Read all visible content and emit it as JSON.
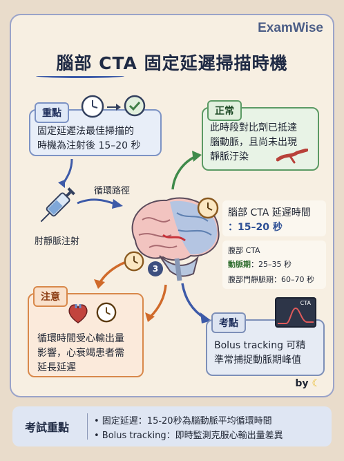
{
  "header": {
    "brand": "ExamWise",
    "title": "腦部 CTA 固定延遲掃描時機"
  },
  "key_point_card": {
    "tag": "重點",
    "line1": "固定延遲法最佳掃描的",
    "line2": "時機為注射後 15–20 秒"
  },
  "normal_card": {
    "tag": "正常",
    "line1": "此時段對比劑已抵達",
    "line2": "腦動脈，且尚未出現",
    "line3": "靜脈汙染"
  },
  "labels": {
    "circulation_path": "循環路徑",
    "antecubital_injection": "肘靜脈注射",
    "step_number": "3"
  },
  "delay_info": {
    "title": "腦部 CTA 延遲時間",
    "value": "：15–20 秒"
  },
  "abdomen_info": {
    "title": "腹部 CTA",
    "arterial_label": "動脈期",
    "arterial_value": "：25–35 秒",
    "portal_label": "腹部門靜脈期",
    "portal_value": "：60–70 秒"
  },
  "caution_card": {
    "tag": "注意",
    "line1": "循環時間受心輸出量",
    "line2": "影響，心衰竭患者需",
    "line3": "延長延遲"
  },
  "exam_card": {
    "tag": "考點",
    "line1": "Bolus tracking 可精",
    "line2": "準常捕捉動脈期峰值",
    "monitor_label": "CTA"
  },
  "byline": "by",
  "footer": {
    "title": "考試重點",
    "point1": "• 固定延遲：15-20秒為腦動脈平均循環時間",
    "point2": "• Bolus tracking：即時監測克服心輸出量差異"
  },
  "colors": {
    "accent_blue": "#3d5aa8",
    "green": "#5b9a64",
    "orange": "#d8884a"
  }
}
